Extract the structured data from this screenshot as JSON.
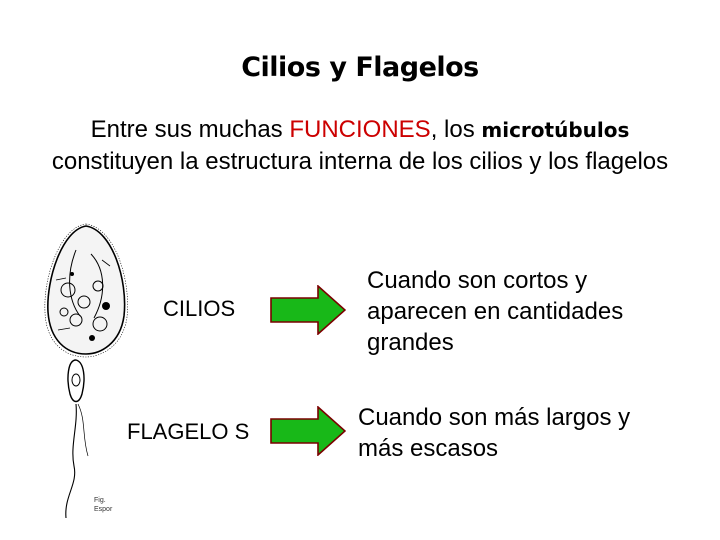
{
  "title": "Cilios y Flagelos",
  "intro": {
    "part1": "Entre sus muchas ",
    "accent": "FUNCIONES",
    "part2": ", los ",
    "special": "microtúbulos",
    "part3": "constituyen la estructura interna de los cilios y los flagelos"
  },
  "rows": [
    {
      "term": "CILIOS",
      "description": "Cuando son cortos y aparecen en cantidades grandes"
    },
    {
      "term": "FLAGELO S",
      "description": "Cuando son más largos y más escasos"
    }
  ],
  "illustration_caption": "Fig.\nEspor",
  "colors": {
    "accent": "#cc0000",
    "arrow_fill": "#18b818",
    "arrow_stroke": "#7a0000"
  }
}
